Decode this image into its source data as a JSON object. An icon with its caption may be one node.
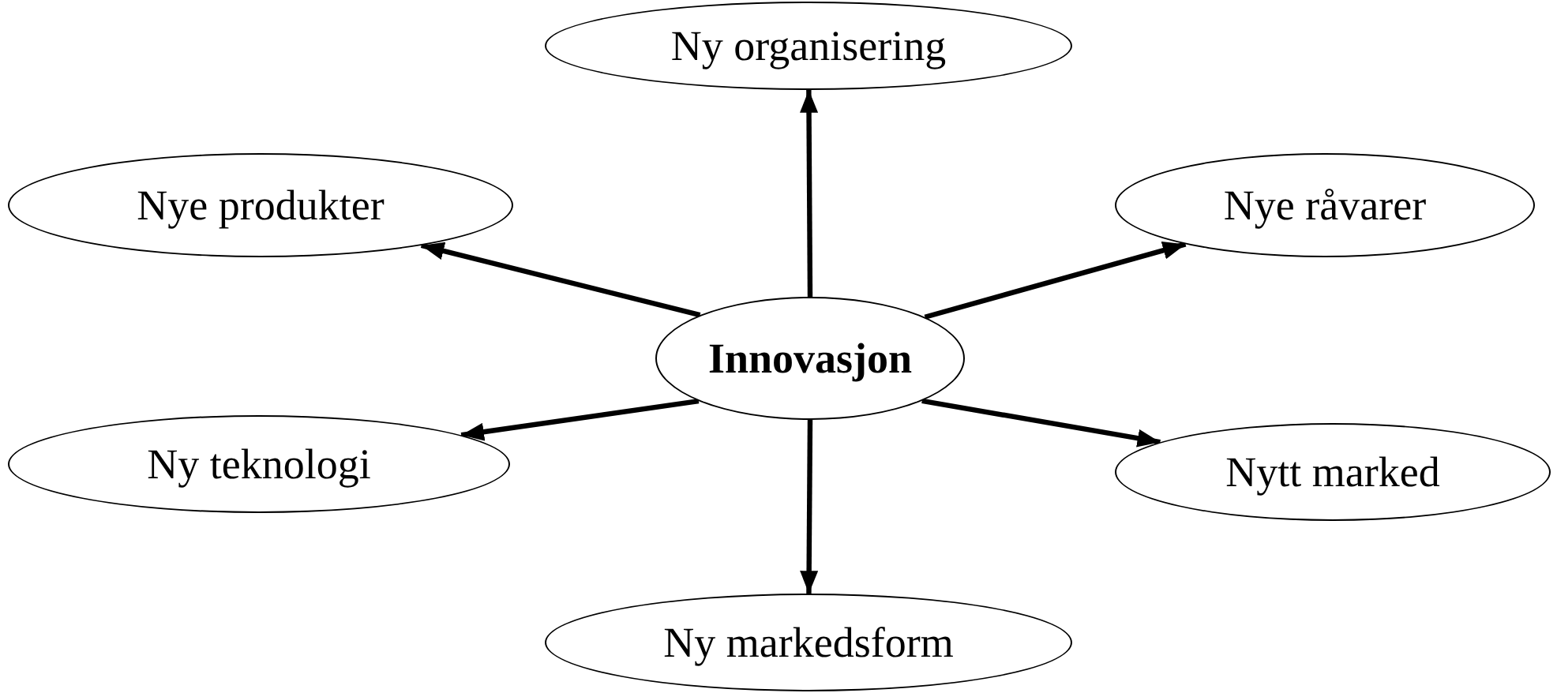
{
  "diagram": {
    "nodes": [
      {
        "text": [
          "Ny organisering"
        ]
      },
      {
        "text": [
          "Nye produkter"
        ]
      },
      {
        "text": [
          "Nye råvarer"
        ]
      },
      {
        "text": [
          "Innovasjon"
        ]
      },
      {
        "text": [
          "Ny teknologi"
        ]
      },
      {
        "text": [
          "Nytt marked"
        ]
      },
      {
        "text": [
          "Ny markedsform"
        ]
      }
    ],
    "edges": [
      {
        "from": 3,
        "to": 0,
        "arrow": "to"
      },
      {
        "from": 3,
        "to": 1,
        "arrow": "to"
      },
      {
        "from": 3,
        "to": 2,
        "arrow": "to"
      },
      {
        "from": 3,
        "to": 4,
        "arrow": "to"
      },
      {
        "from": 3,
        "to": 5,
        "arrow": "to"
      },
      {
        "from": 3,
        "to": 6,
        "arrow": "to"
      }
    ]
  }
}
